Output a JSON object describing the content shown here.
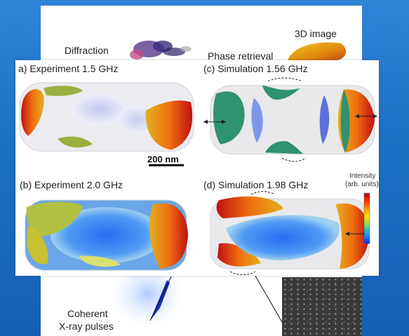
{
  "back_figure": {
    "diffraction_label": "Diffraction",
    "phase_retrieval_label": "Phase retrieval",
    "image_3d_label": "3D image",
    "coherent_label_line1": "Coherent",
    "coherent_label_line2": "X-ray pulses"
  },
  "panels": {
    "a": "a) Experiment 1.5 GHz",
    "b": "(b) Experiment 2.0 GHz",
    "c": "(c) Simulation 1.56 GHz",
    "d": "(d) Simulation 1.98 GHz"
  },
  "scale_bar": "200 nm",
  "legend": {
    "title_line1": "Intensity",
    "title_line2": "(arb. units)",
    "colors": [
      "#b00000",
      "#ff3000",
      "#ff9000",
      "#ffe000",
      "#a0e040",
      "#30c0c0",
      "#2080ff",
      "#1a20e0"
    ]
  }
}
